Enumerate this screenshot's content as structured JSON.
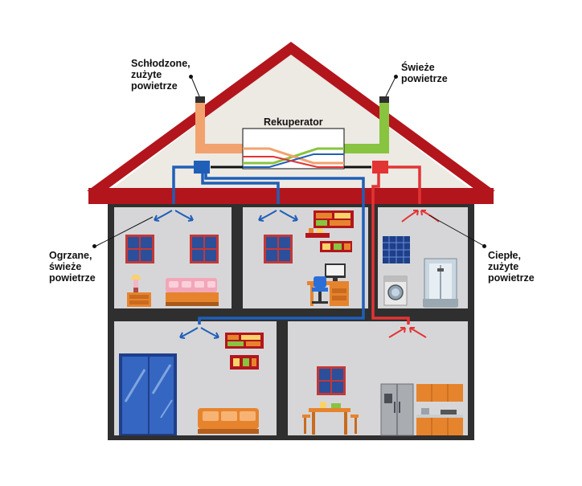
{
  "labels": {
    "exhaust_out": "Schłodzone,\nzużyte\npowietrze",
    "fresh_in": "Świeże\npowietrze",
    "recuperator": "Rekuperator",
    "supply": "Ogrzane,\nświeże\npowietrze",
    "extract": "Ciepłe,\nzużyte\npowietrze"
  },
  "colors": {
    "roof": "#b3151c",
    "attic": "#ede9e3",
    "wall": "#2f2f2f",
    "room": "#d6d6d8",
    "fresh_duct": "#88c43f",
    "exhaust_duct": "#f2a26e",
    "supply_duct": "#1f5fb8",
    "extract_duct": "#e23434",
    "accent_furniture": "#e6842e",
    "window": "#2b4f9a"
  }
}
